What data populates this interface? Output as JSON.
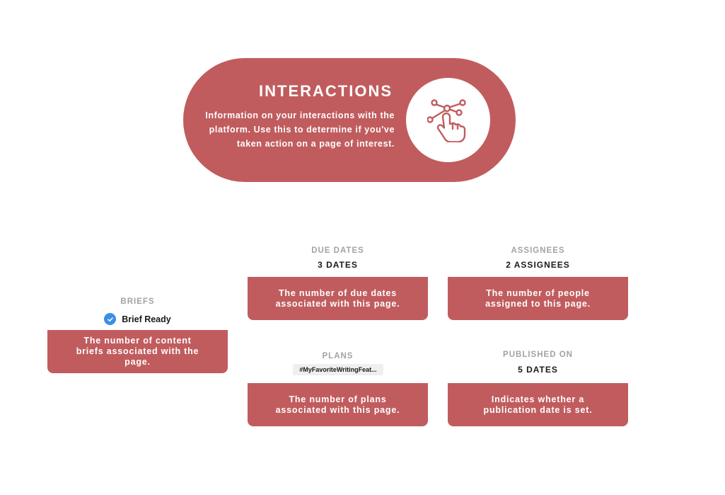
{
  "header": {
    "title": "INTERACTIONS",
    "description": "Information on your interactions with the platform. Use this to determine if you've taken action on a page of interest.",
    "icon": "touch-network-icon",
    "accent_color": "#c15c5e"
  },
  "cards": {
    "briefs": {
      "label": "BRIEFS",
      "status": "Brief Ready",
      "status_icon": "check-circle-icon",
      "description": "The number of content briefs associated with the page."
    },
    "due_dates": {
      "label": "DUE DATES",
      "value": "3 DATES",
      "description": "The number of due dates associated with this page."
    },
    "assignees": {
      "label": "ASSIGNEES",
      "value": "2 ASSIGNEES",
      "description": "The number of people assigned to this page."
    },
    "plans": {
      "label": "PLANS",
      "tag": "#MyFavoriteWritingFeat...",
      "description": "The number of plans associated with this page."
    },
    "published_on": {
      "label": "PUBLISHED ON",
      "value": "5 DATES",
      "description": "Indicates whether a publication date is set."
    }
  }
}
